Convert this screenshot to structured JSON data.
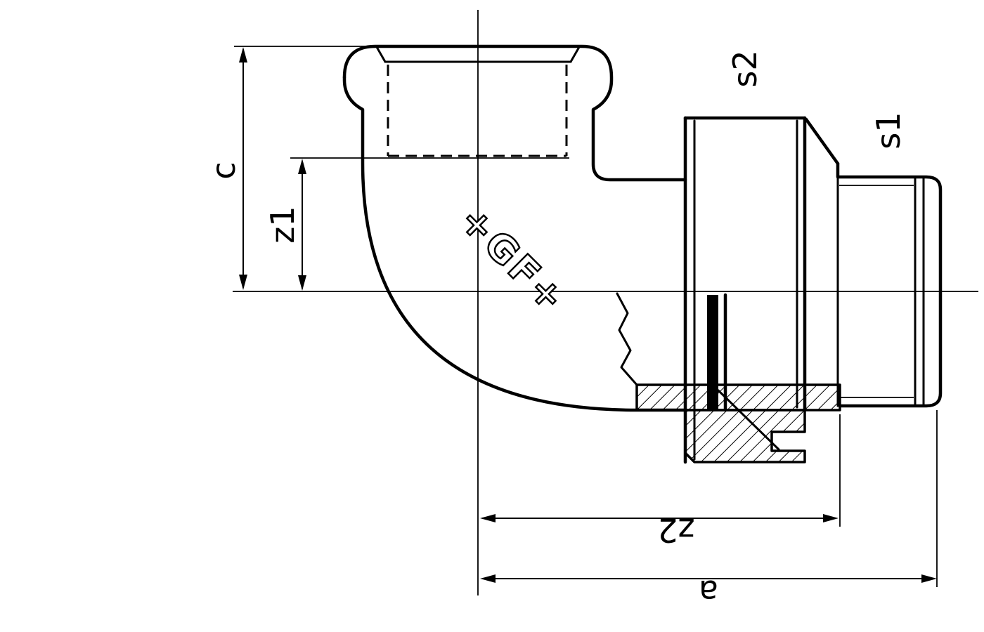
{
  "drawing": {
    "labels": {
      "c": "c",
      "z1": "z1",
      "z2": "z2",
      "a": "a",
      "s1": "s1",
      "s2": "s2"
    },
    "logo_text": "+GF+",
    "colors": {
      "line": "#000000",
      "background": "#ffffff"
    }
  }
}
